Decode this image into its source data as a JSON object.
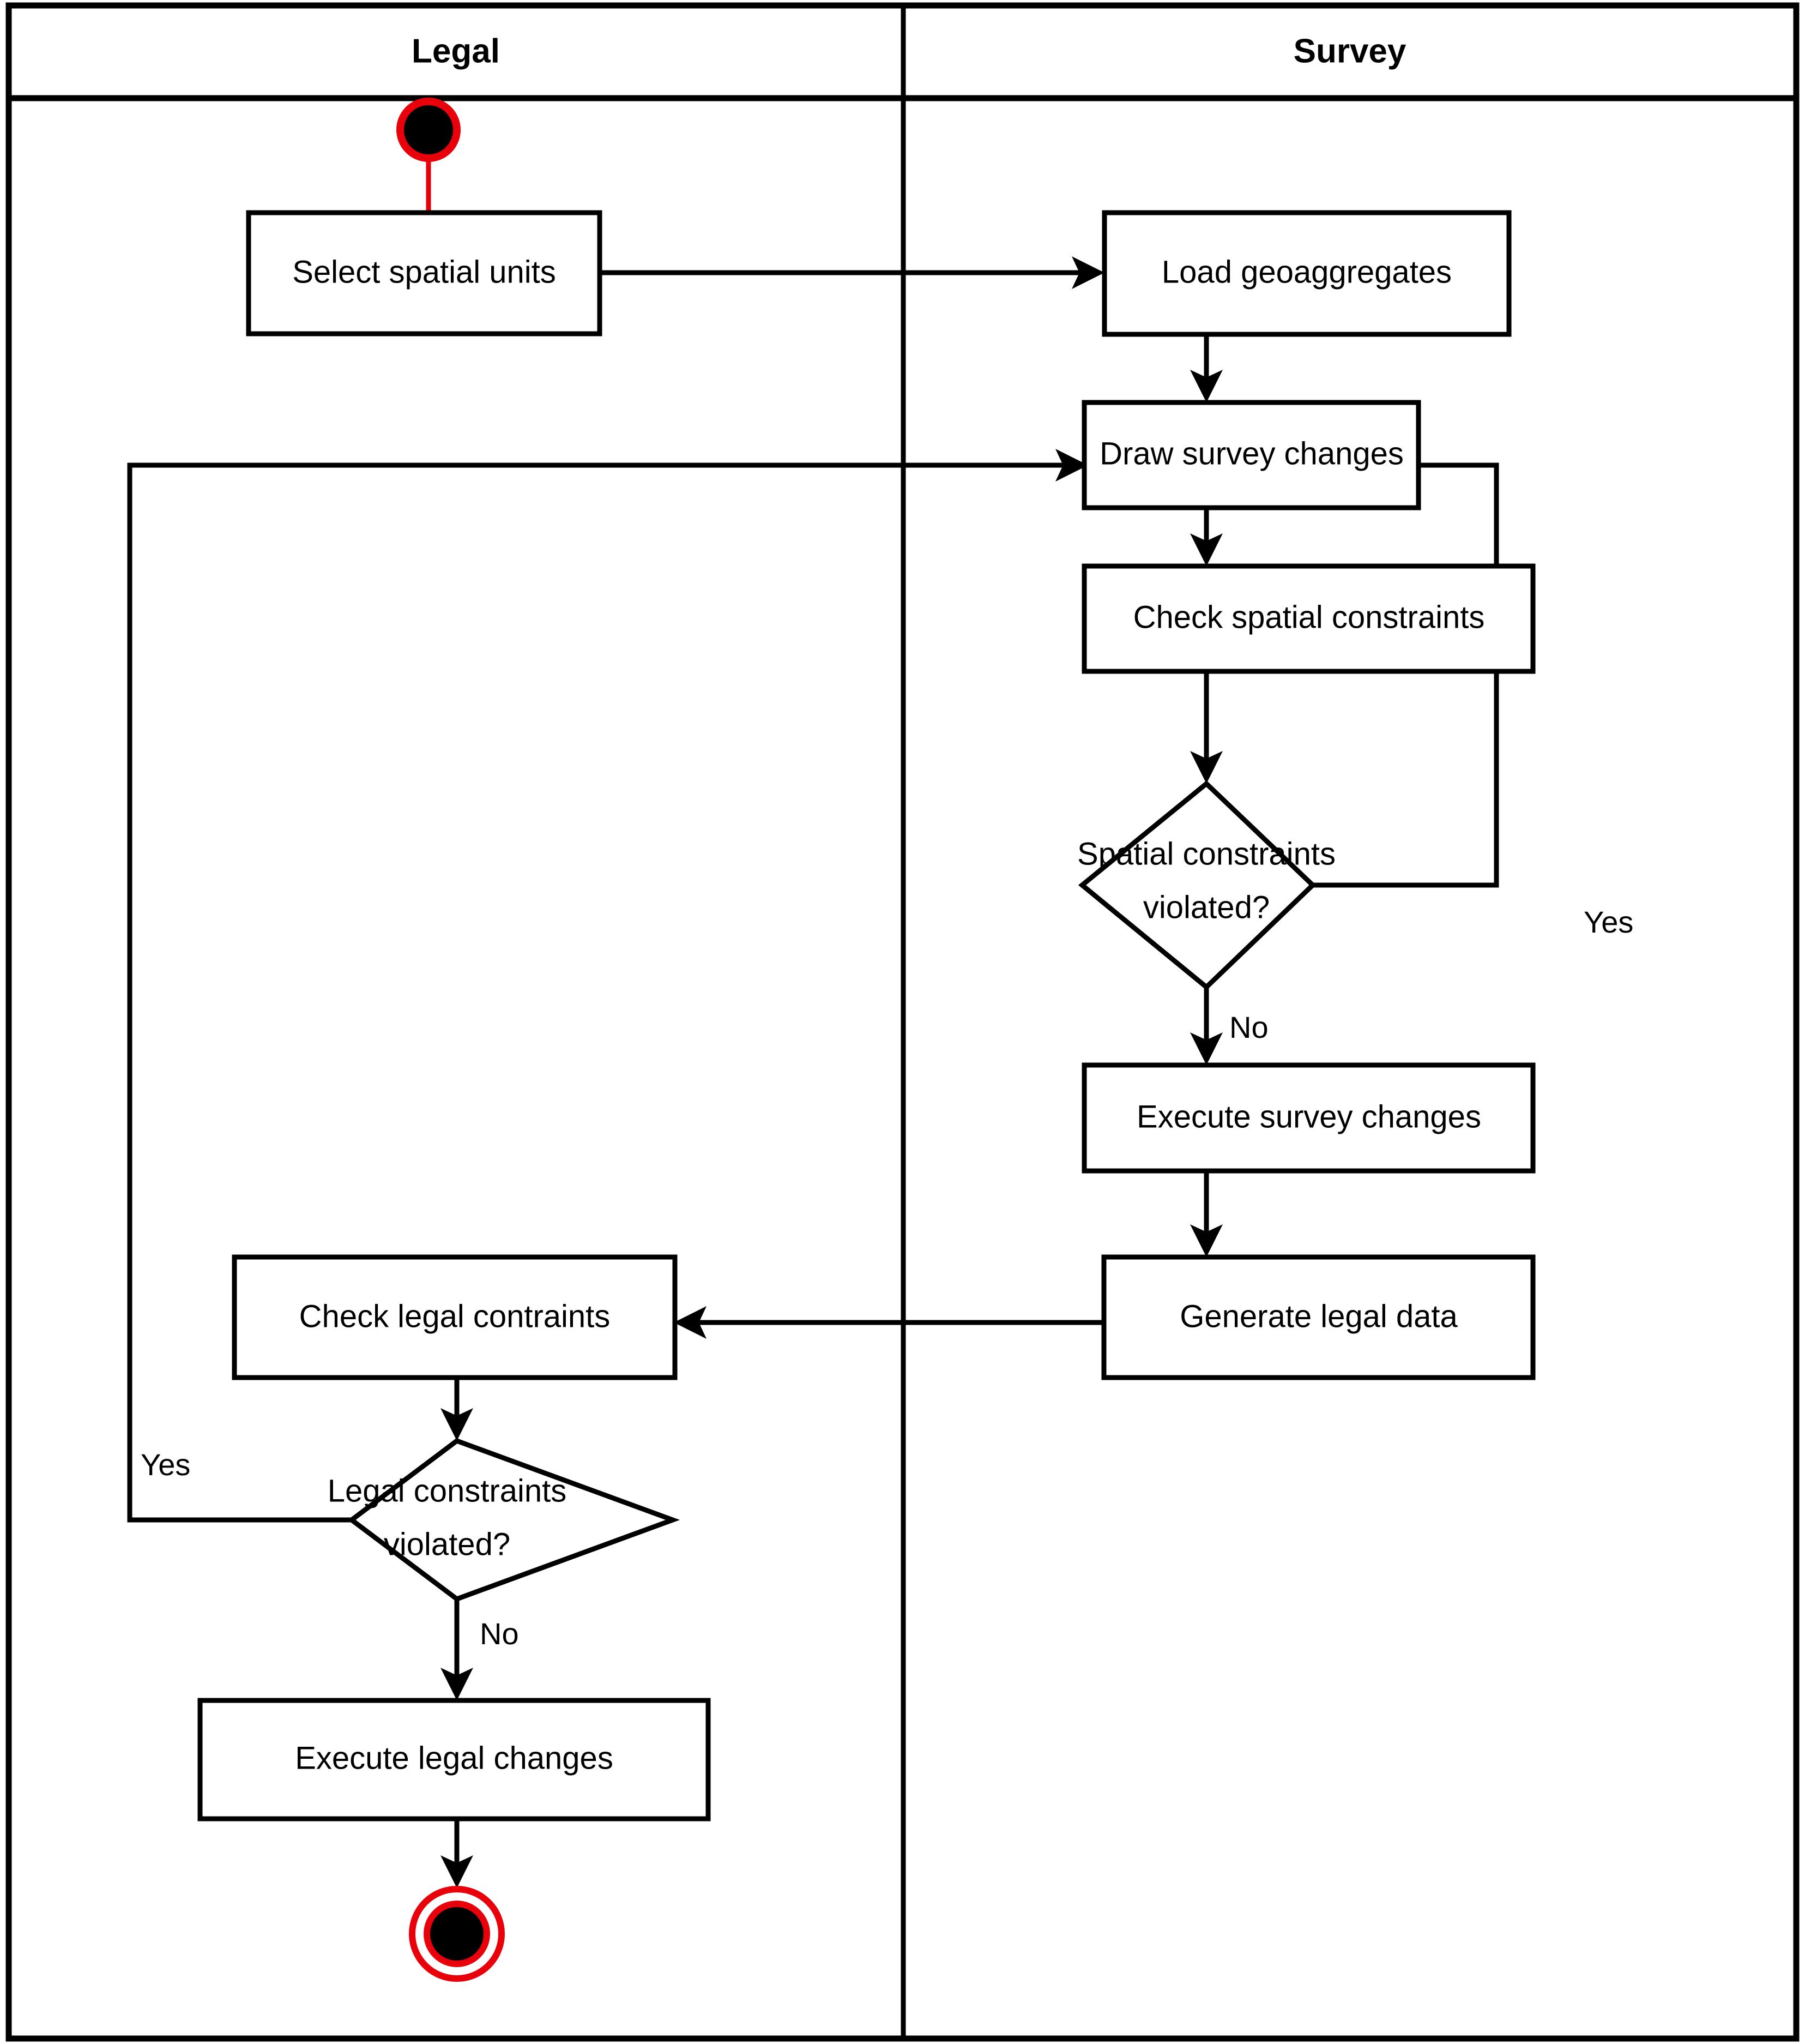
{
  "diagram": {
    "type": "uml-activity-swimlane",
    "lanes": [
      {
        "id": "legal",
        "title": "Legal"
      },
      {
        "id": "survey",
        "title": "Survey"
      }
    ],
    "nodes": [
      {
        "id": "start",
        "lane": "legal",
        "kind": "initial-node",
        "label": ""
      },
      {
        "id": "select-units",
        "lane": "legal",
        "kind": "activity",
        "label": "Select spatial units"
      },
      {
        "id": "load-geo",
        "lane": "survey",
        "kind": "activity",
        "label": "Load geoaggregates"
      },
      {
        "id": "draw-survey",
        "lane": "survey",
        "kind": "activity",
        "label": "Draw survey changes"
      },
      {
        "id": "check-spatial",
        "lane": "survey",
        "kind": "activity",
        "label": "Check spatial constraints"
      },
      {
        "id": "dec-spatial",
        "lane": "survey",
        "kind": "decision",
        "label_line1": "Spatial constraints",
        "label_line2": "violated?"
      },
      {
        "id": "exec-survey",
        "lane": "survey",
        "kind": "activity",
        "label": "Execute survey changes"
      },
      {
        "id": "gen-legal-data",
        "lane": "survey",
        "kind": "activity",
        "label": "Generate legal data"
      },
      {
        "id": "check-legal",
        "lane": "legal",
        "kind": "activity",
        "label": "Check legal contraints"
      },
      {
        "id": "dec-legal",
        "lane": "legal",
        "kind": "decision",
        "label_line1": "Legal constraints",
        "label_line2": "violated?"
      },
      {
        "id": "exec-legal",
        "lane": "legal",
        "kind": "activity",
        "label": "Execute legal changes"
      },
      {
        "id": "end",
        "lane": "legal",
        "kind": "final-node",
        "label": ""
      }
    ],
    "edges": [
      {
        "from": "start",
        "to": "select-units",
        "label": ""
      },
      {
        "from": "select-units",
        "to": "load-geo",
        "label": ""
      },
      {
        "from": "load-geo",
        "to": "draw-survey",
        "label": ""
      },
      {
        "from": "draw-survey",
        "to": "check-spatial",
        "label": ""
      },
      {
        "from": "check-spatial",
        "to": "dec-spatial",
        "label": ""
      },
      {
        "from": "dec-spatial",
        "to": "draw-survey",
        "label": "Yes"
      },
      {
        "from": "dec-spatial",
        "to": "exec-survey",
        "label": "No"
      },
      {
        "from": "exec-survey",
        "to": "gen-legal-data",
        "label": ""
      },
      {
        "from": "gen-legal-data",
        "to": "check-legal",
        "label": ""
      },
      {
        "from": "check-legal",
        "to": "dec-legal",
        "label": ""
      },
      {
        "from": "dec-legal",
        "to": "draw-survey",
        "label": "Yes"
      },
      {
        "from": "dec-legal",
        "to": "exec-legal",
        "label": "No"
      },
      {
        "from": "exec-legal",
        "to": "end",
        "label": ""
      }
    ],
    "edge_labels": {
      "spatial_yes": "Yes",
      "spatial_no": "No",
      "legal_yes": "Yes",
      "legal_no": "No"
    },
    "colors": {
      "stroke": "#000000",
      "fill": "#ffffff",
      "accent": "#e8000b"
    }
  }
}
